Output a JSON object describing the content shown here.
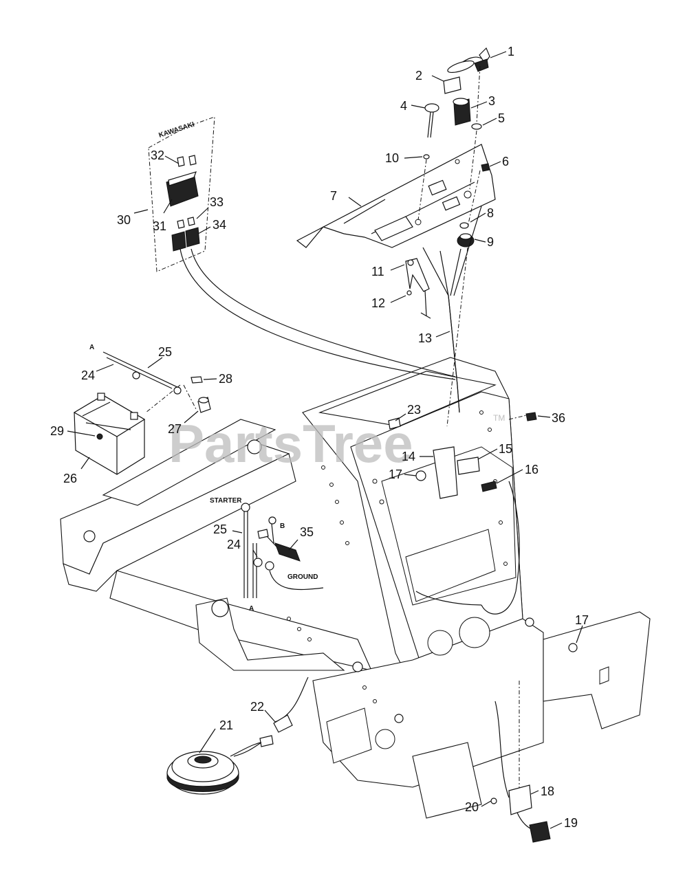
{
  "watermark": {
    "text": "PartsTree",
    "tm": "TM"
  },
  "callouts": [
    {
      "id": "c1",
      "text": "1"
    },
    {
      "id": "c2",
      "text": "2"
    },
    {
      "id": "c3",
      "text": "3"
    },
    {
      "id": "c4",
      "text": "4"
    },
    {
      "id": "c5",
      "text": "5"
    },
    {
      "id": "c6",
      "text": "6"
    },
    {
      "id": "c7",
      "text": "7"
    },
    {
      "id": "c8",
      "text": "8"
    },
    {
      "id": "c9",
      "text": "9"
    },
    {
      "id": "c10",
      "text": "10"
    },
    {
      "id": "c11",
      "text": "11"
    },
    {
      "id": "c12",
      "text": "12"
    },
    {
      "id": "c13",
      "text": "13"
    },
    {
      "id": "c14",
      "text": "14"
    },
    {
      "id": "c15",
      "text": "15"
    },
    {
      "id": "c16",
      "text": "16"
    },
    {
      "id": "c17a",
      "text": "17"
    },
    {
      "id": "c17b",
      "text": "17"
    },
    {
      "id": "c18",
      "text": "18"
    },
    {
      "id": "c19",
      "text": "19"
    },
    {
      "id": "c20",
      "text": "20"
    },
    {
      "id": "c21",
      "text": "21"
    },
    {
      "id": "c22",
      "text": "22"
    },
    {
      "id": "c23",
      "text": "23"
    },
    {
      "id": "c24a",
      "text": "24"
    },
    {
      "id": "c24b",
      "text": "24"
    },
    {
      "id": "c25a",
      "text": "25"
    },
    {
      "id": "c25b",
      "text": "25"
    },
    {
      "id": "c26",
      "text": "26"
    },
    {
      "id": "c27",
      "text": "27"
    },
    {
      "id": "c28",
      "text": "28"
    },
    {
      "id": "c29",
      "text": "29"
    },
    {
      "id": "c30",
      "text": "30"
    },
    {
      "id": "c31",
      "text": "31"
    },
    {
      "id": "c32",
      "text": "32"
    },
    {
      "id": "c33",
      "text": "33"
    },
    {
      "id": "c34",
      "text": "34"
    },
    {
      "id": "c35",
      "text": "35"
    },
    {
      "id": "c36",
      "text": "36"
    }
  ],
  "labels": {
    "kawasaki": "KAWASAKI",
    "starter": "STARTER",
    "ground": "GROUND",
    "b": "B",
    "a_top": "A",
    "a_bottom": "A"
  }
}
